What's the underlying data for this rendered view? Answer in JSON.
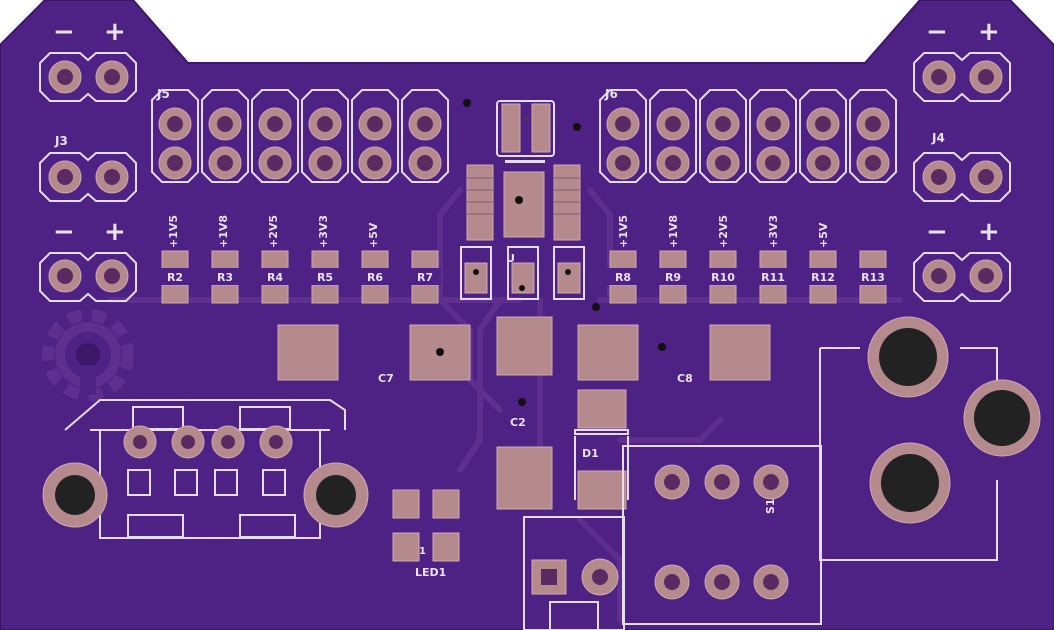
{
  "board": {
    "colors": {
      "soldermask": "#4e2185",
      "copper_pad": "#b58a8c",
      "silkscreen": "#e6dcec",
      "trace": "#5e2f8e",
      "background": "#ffffff"
    }
  },
  "labels": {
    "j3": "J3",
    "j4": "J4",
    "j5": "J5",
    "j6": "J6",
    "c2": "C2",
    "c7": "C7",
    "c8": "C8",
    "d1": "D1",
    "s1": "S1",
    "led1": "LED1",
    "led_pin": "1",
    "u": "U",
    "minus": "−",
    "plus": "+"
  },
  "resistors_left": [
    "R2",
    "R3",
    "R4",
    "R5",
    "R6",
    "R7"
  ],
  "resistors_right": [
    "R8",
    "R9",
    "R10",
    "R11",
    "R12",
    "R13"
  ],
  "voltages_left": [
    "+1V5",
    "+1V8",
    "+2V5",
    "+3V3",
    "+5V"
  ],
  "voltages_right": [
    "+1V5",
    "+1V8",
    "+2V5",
    "+3V3",
    "+5V"
  ]
}
